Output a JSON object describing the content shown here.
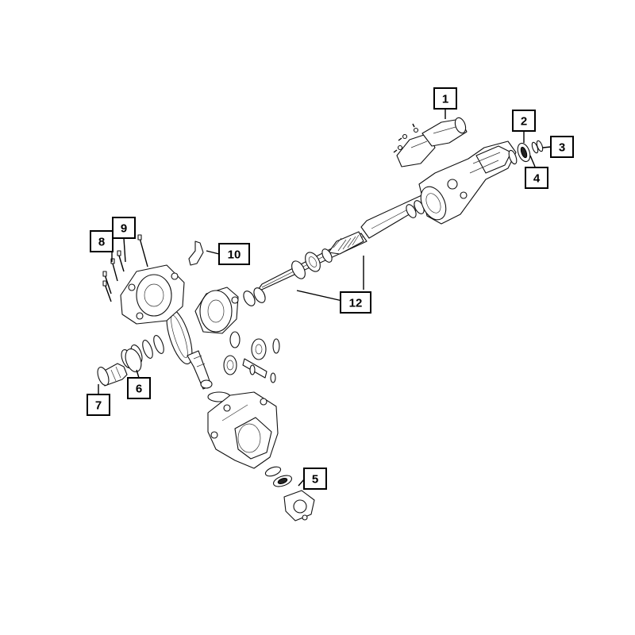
{
  "diagram": {
    "callouts": [
      {
        "id": "1",
        "label": "1"
      },
      {
        "id": "2",
        "label": "2"
      },
      {
        "id": "3",
        "label": "3"
      },
      {
        "id": "4",
        "label": "4"
      },
      {
        "id": "5",
        "label": "5"
      },
      {
        "id": "6",
        "label": "6"
      },
      {
        "id": "7",
        "label": "7"
      },
      {
        "id": "8",
        "label": "8"
      },
      {
        "id": "9",
        "label": "9"
      },
      {
        "id": "10",
        "label": "10"
      },
      {
        "id": "12",
        "label": "12"
      }
    ]
  }
}
